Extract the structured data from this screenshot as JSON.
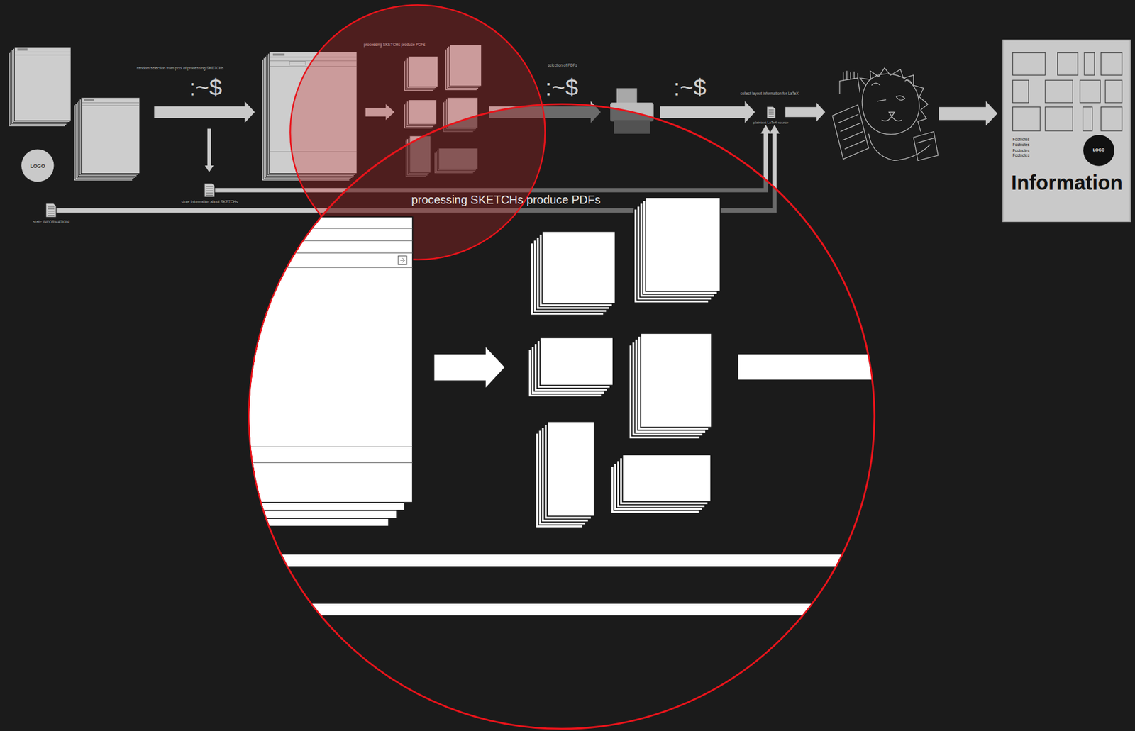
{
  "diagram": {
    "nodes": [
      {
        "text": [
          "LOGO"
        ]
      },
      {
        "text": [
          "store information about SKETCHs"
        ]
      },
      {
        "text": [
          "static INFORMATION"
        ]
      },
      {
        "text": [
          "plaintext LaTeX source"
        ]
      },
      {
        "text": [
          "Footnotes",
          "Footnotes",
          "Footnotes",
          "Footnotes",
          "Information"
        ]
      },
      {
        "text": [
          "LOGO"
        ],
        "in": 4
      }
    ],
    "edges": [
      {
        "from": 1,
        "to": 3,
        "arrow": "to"
      },
      {
        "from": 2,
        "to": 3,
        "arrow": "to"
      }
    ],
    "labels": [
      "random selection from pool of processing SKETCHs",
      ":~$",
      "processing SKETCHs produce PDFs",
      "selection of PDFs",
      ":~$",
      ":~$",
      "collect layout information for LaTeX",
      "processing SKETCHs produce PDFs"
    ]
  }
}
